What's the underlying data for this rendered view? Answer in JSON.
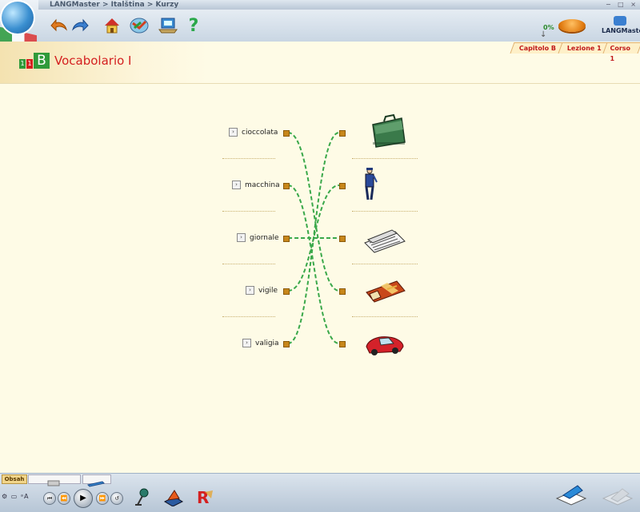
{
  "window": {
    "breadcrumb_title": "LANGMaster > Italština > Kurzy",
    "controls": "− □ ×"
  },
  "toolbar": {
    "back_icon": "back-arrow-icon",
    "forward_icon": "forward-arrow-icon",
    "home_icon": "home-icon",
    "help_label": "?"
  },
  "progress": {
    "percent_label": "0%",
    "percent": 0
  },
  "logo": {
    "text": "LANGMaster"
  },
  "breadcrumbs": [
    {
      "label": "Capitolo B"
    },
    {
      "label": "Lezione 1"
    },
    {
      "label": "Corso 1"
    }
  ],
  "header": {
    "badge_numbers": [
      "1",
      "1"
    ],
    "badge_letter": "B",
    "title": "Vocabolario I"
  },
  "exercise": {
    "words": [
      {
        "label": "cioccolata"
      },
      {
        "label": "macchina"
      },
      {
        "label": "giornale"
      },
      {
        "label": "vigile"
      },
      {
        "label": "valigia"
      }
    ],
    "pictures": [
      {
        "icon": "briefcase-icon"
      },
      {
        "icon": "policeman-icon"
      },
      {
        "icon": "newspaper-icon"
      },
      {
        "icon": "chocolate-icon"
      },
      {
        "icon": "car-icon"
      }
    ],
    "connections": [
      [
        0,
        3
      ],
      [
        1,
        4
      ],
      [
        2,
        2
      ],
      [
        3,
        1
      ],
      [
        4,
        0
      ]
    ],
    "line_color": "#3aa84a"
  },
  "bottom": {
    "tab_label": "Obsah",
    "status_icons": "⚙ ▭ ᵃA",
    "media": {
      "first": "⏮",
      "rewind": "⏪",
      "play": "▶",
      "forward": "⏩",
      "repeat": "↺"
    }
  }
}
